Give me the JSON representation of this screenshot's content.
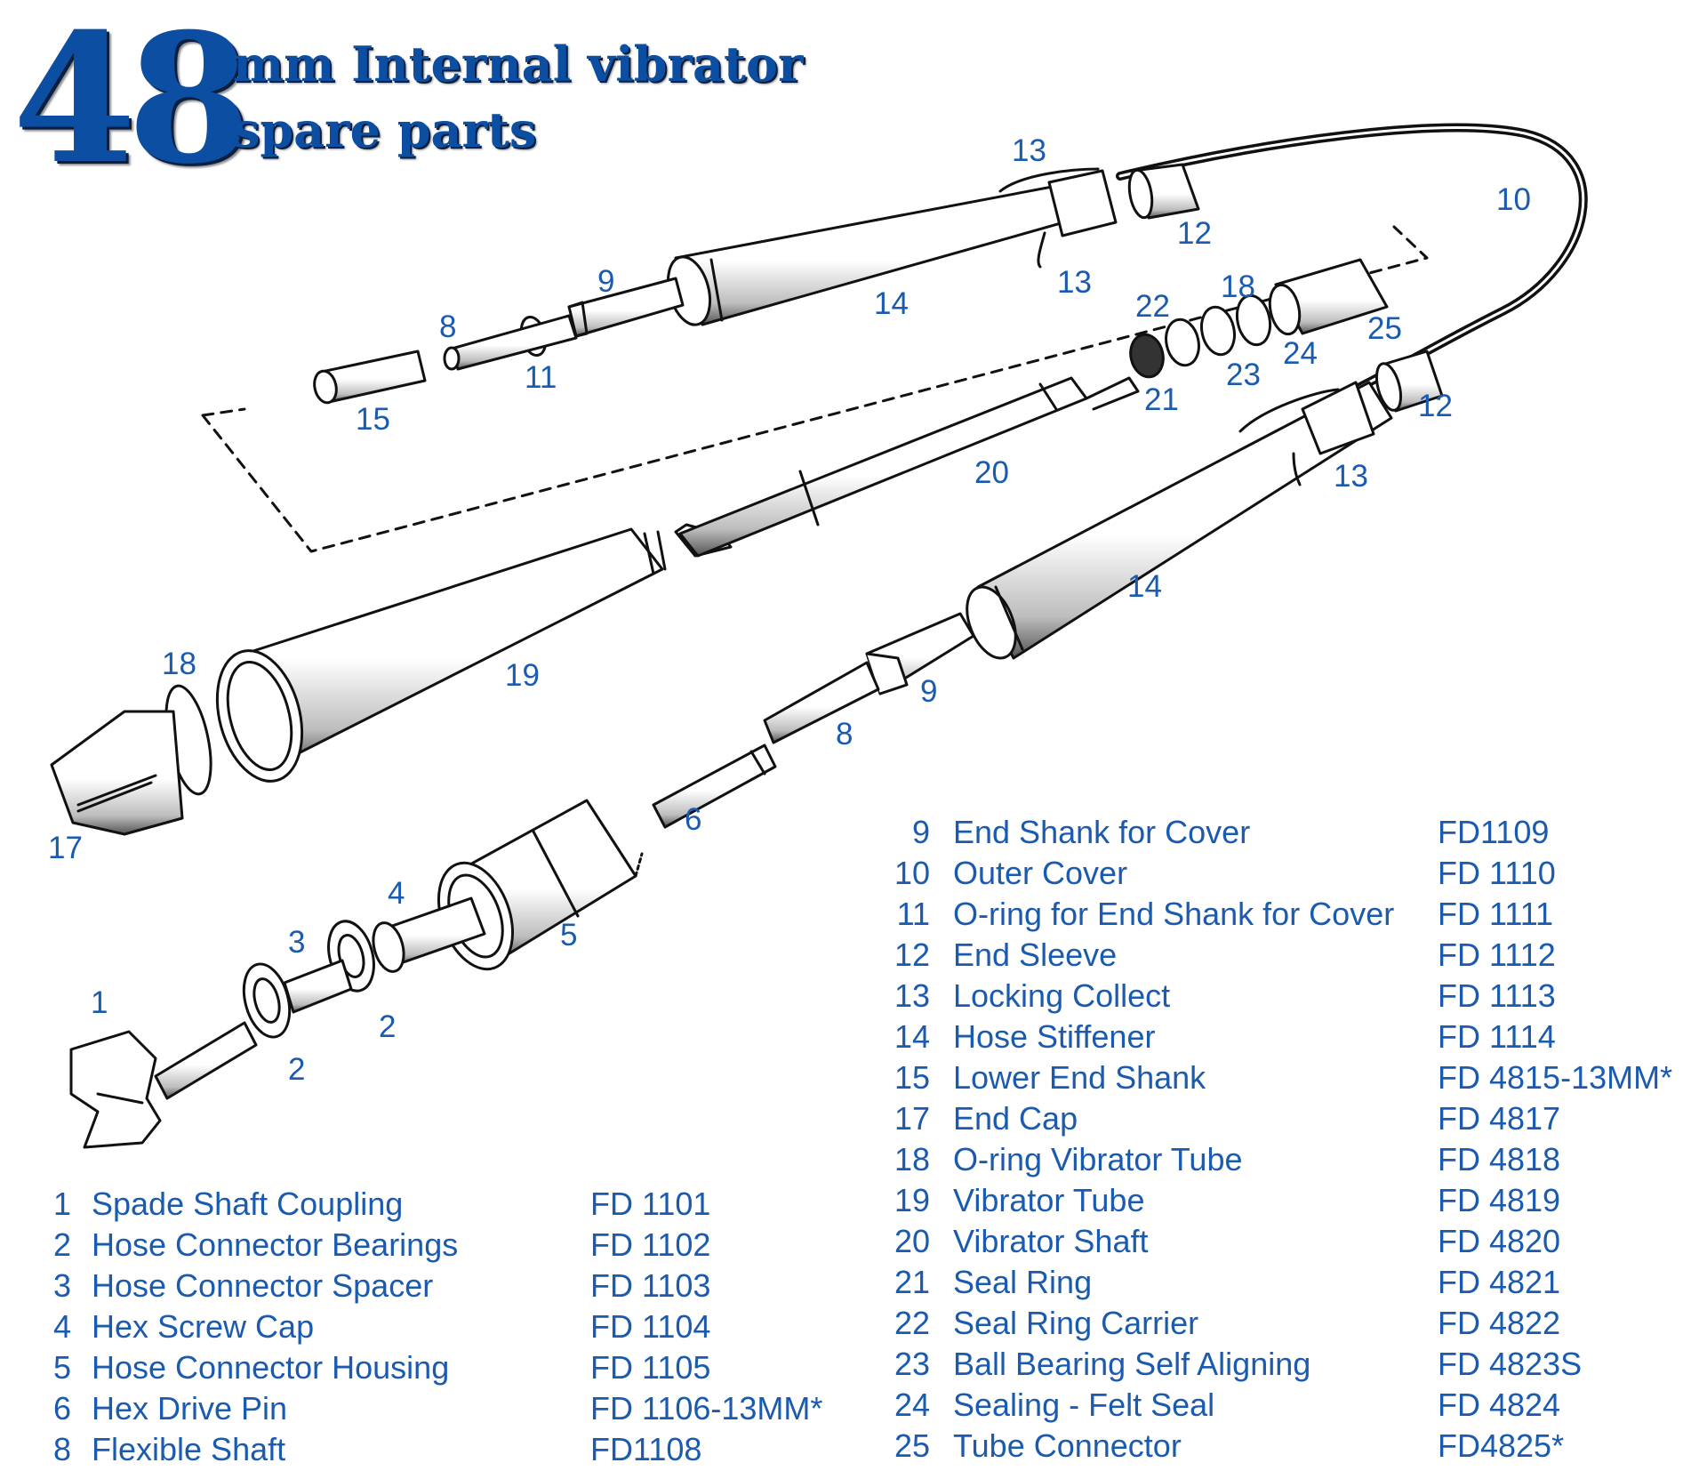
{
  "title": {
    "size_number": "48",
    "line1": "mm Internal vibrator",
    "line2": "spare parts"
  },
  "callouts": [
    "13",
    "10",
    "12",
    "9",
    "14",
    "13",
    "22",
    "18",
    "8",
    "25",
    "11",
    "24",
    "23",
    "15",
    "21",
    "12",
    "20",
    "13",
    "14",
    "18",
    "19",
    "9",
    "8",
    "17",
    "6",
    "4",
    "5",
    "3",
    "2",
    "1",
    "2"
  ],
  "parts_left": [
    {
      "num": "1",
      "name": "Spade Shaft Coupling",
      "code": "FD 1101"
    },
    {
      "num": "2",
      "name": "Hose Connector Bearings",
      "code": "FD 1102"
    },
    {
      "num": "3",
      "name": "Hose Connector Spacer",
      "code": "FD 1103"
    },
    {
      "num": "4",
      "name": "Hex Screw Cap",
      "code": "FD 1104"
    },
    {
      "num": "5",
      "name": "Hose Connector Housing",
      "code": "FD 1105"
    },
    {
      "num": "6",
      "name": "Hex Drive Pin",
      "code": "FD 1106-13MM*"
    },
    {
      "num": "8",
      "name": "Flexible Shaft",
      "code": "FD1108"
    }
  ],
  "parts_right": [
    {
      "num": "9",
      "name": "End Shank for Cover",
      "code": "FD1109"
    },
    {
      "num": "10",
      "name": "Outer Cover",
      "code": "FD 1110"
    },
    {
      "num": "11",
      "name": "O-ring for End Shank for Cover",
      "code": "FD 1111"
    },
    {
      "num": "12",
      "name": "End Sleeve",
      "code": "FD 1112"
    },
    {
      "num": "13",
      "name": "Locking Collect",
      "code": "FD 1113"
    },
    {
      "num": "14",
      "name": "Hose Stiffener",
      "code": "FD 1114"
    },
    {
      "num": "15",
      "name": "Lower End Shank",
      "code": "FD 4815-13MM*"
    },
    {
      "num": "17",
      "name": "End Cap",
      "code": "FD 4817"
    },
    {
      "num": "18",
      "name": "O-ring Vibrator Tube",
      "code": "FD 4818"
    },
    {
      "num": "19",
      "name": "Vibrator Tube",
      "code": "FD 4819"
    },
    {
      "num": "20",
      "name": "Vibrator Shaft",
      "code": "FD 4820"
    },
    {
      "num": "21",
      "name": "Seal Ring",
      "code": "FD 4821"
    },
    {
      "num": "22",
      "name": "Seal Ring Carrier",
      "code": "FD 4822"
    },
    {
      "num": "23",
      "name": "Ball Bearing Self Aligning",
      "code": "FD 4823S"
    },
    {
      "num": "24",
      "name": "Sealing - Felt Seal",
      "code": "FD 4824"
    },
    {
      "num": "25",
      "name": "Tube Connector",
      "code": "FD4825*"
    }
  ],
  "colors": {
    "accent": "#1a5bb0",
    "title": "#0b4ea2",
    "line": "#111111"
  }
}
